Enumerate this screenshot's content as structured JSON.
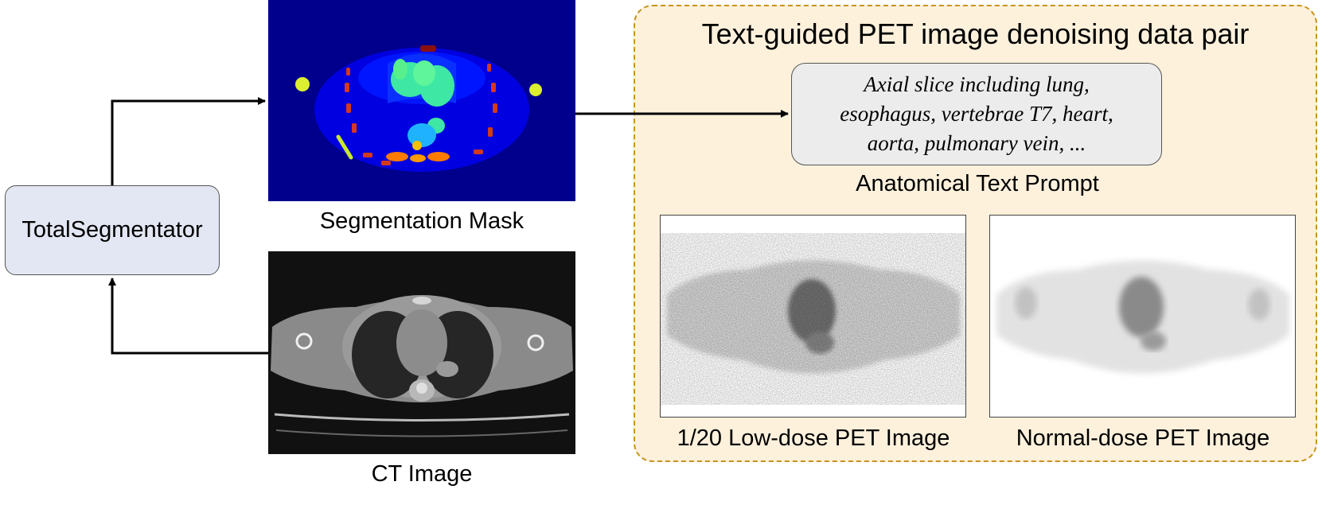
{
  "segmentator": {
    "label": "TotalSegmentator"
  },
  "segmentation": {
    "caption": "Segmentation Mask"
  },
  "ct": {
    "caption": "CT Image"
  },
  "data_pair": {
    "title": "Text-guided PET image denoising data pair",
    "prompt_lines": [
      "Axial slice including lung,",
      "esophagus, vertebrae T7, heart,",
      "aorta, pulmonary vein, ..."
    ],
    "prompt_caption": "Anatomical Text Prompt",
    "low_dose_caption": "1/20 Low-dose PET Image",
    "normal_dose_caption": "Normal-dose PET Image"
  },
  "colors": {
    "segmentator_fill": "#e3e6f3",
    "panel_fill": "#fdf1dc",
    "panel_border": "#c7941c",
    "prompt_fill": "#ececec",
    "mask_background": "#00008d"
  }
}
